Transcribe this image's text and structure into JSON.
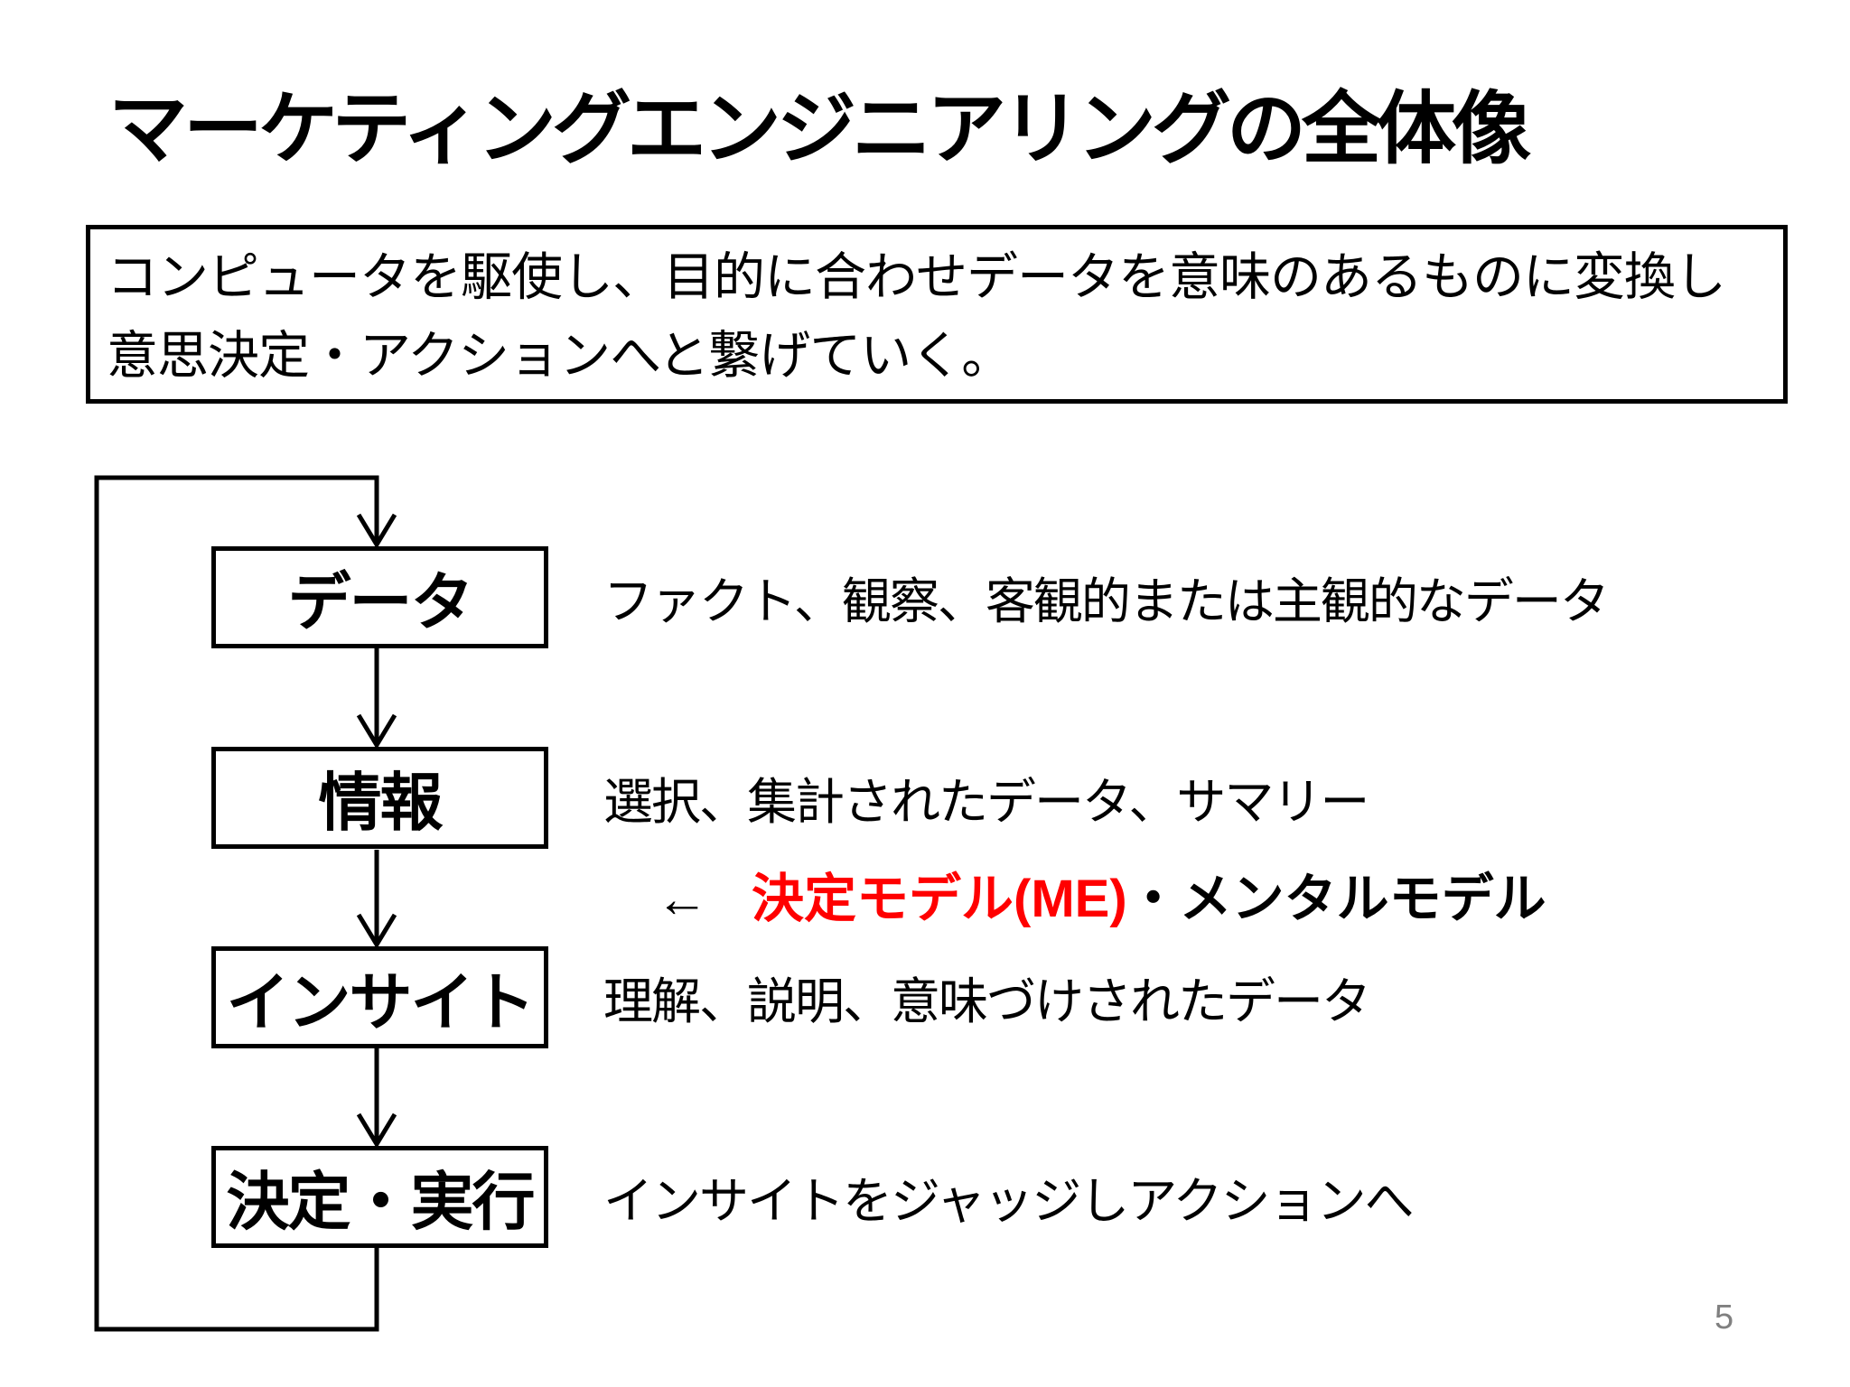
{
  "slide": {
    "title": "マーケティングエンジニアリングの全体像",
    "summary_box": {
      "line1": "コンピュータを駆使し、目的に合わせデータを意味のあるものに変換し",
      "line2": "意思決定・アクションへと繋げていく。"
    },
    "flow": {
      "boxes": [
        {
          "label": "データ",
          "description": "ファクト、観察、客観的または主観的なデータ"
        },
        {
          "label": "情報",
          "description": "選択、集計されたデータ、サマリー"
        },
        {
          "label": "インサイト",
          "description": "理解、説明、意味づけされたデータ"
        },
        {
          "label": "決定・実行",
          "description": "インサイトをジャッジしアクションへ"
        }
      ],
      "model_note": {
        "arrow": "←",
        "highlight": "決定モデル(ME)",
        "suffix": "・メンタルモデル"
      }
    },
    "page_number": "5",
    "colors": {
      "highlight_red": "#FF0000",
      "text_black": "#000000",
      "page_number_gray": "#808080"
    }
  }
}
